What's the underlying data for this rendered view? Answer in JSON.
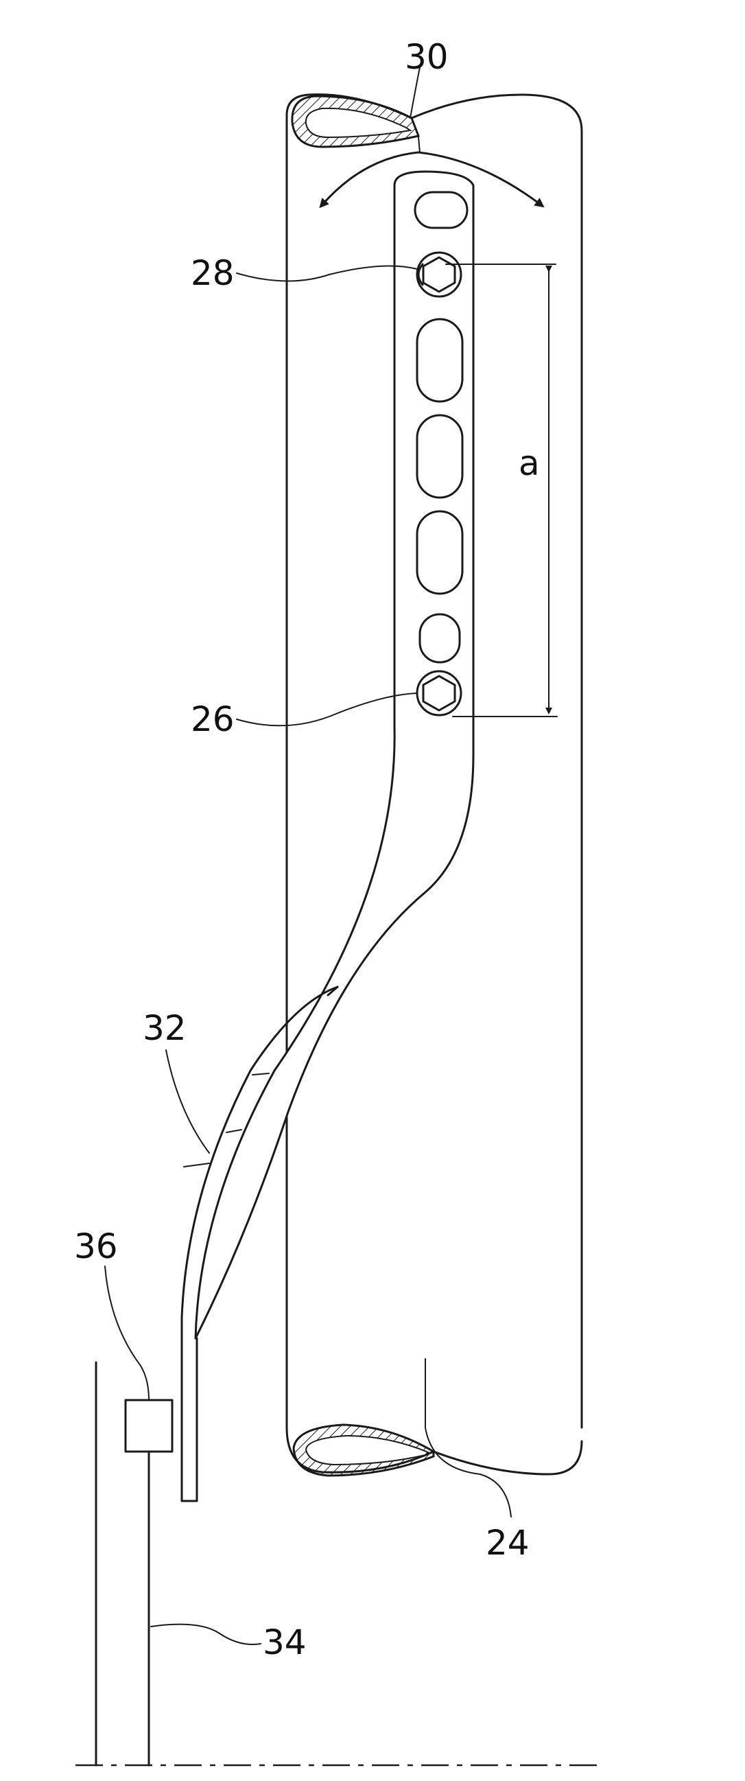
{
  "figure": {
    "labels": {
      "ref_24": "24",
      "ref_26": "26",
      "ref_28": "28",
      "ref_30": "30",
      "ref_32": "32",
      "ref_34": "34",
      "ref_36": "36",
      "dimension_a": "a"
    }
  }
}
